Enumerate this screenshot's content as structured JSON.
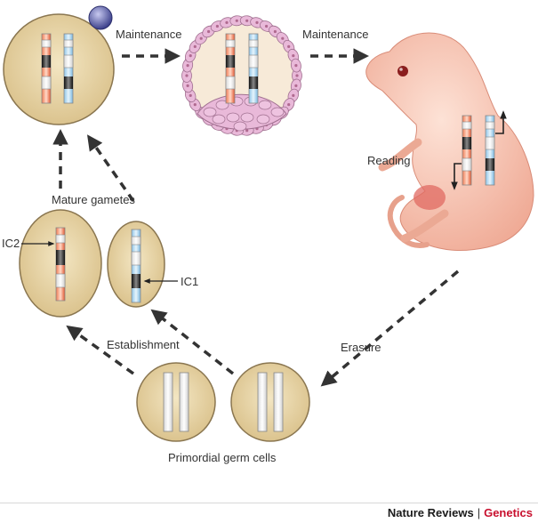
{
  "labels": {
    "maintenance_1": "Maintenance",
    "maintenance_2": "Maintenance",
    "reading": "Reading",
    "mature_gametes": "Mature gametes",
    "ic2": "IC2",
    "ic1": "IC1",
    "establishment": "Establishment",
    "erasure": "Erasure",
    "primordial_germ_cells": "Primordial germ cells"
  },
  "footer": {
    "journal": "Nature Reviews",
    "separator": "|",
    "subject": "Genetics"
  },
  "colors": {
    "cell_fill": "#e3cf9a",
    "cell_stroke": "#8a7650",
    "maternal_chromosome": "#e2562f",
    "paternal_chromosome": "#8fc5e8",
    "imprint_black": "#1a1a1a",
    "embryo_skin": "#f4c2b0",
    "blastocyst_cells": "#e9b9d9",
    "arrow": "#333333",
    "brand_accent": "#c8102e"
  }
}
